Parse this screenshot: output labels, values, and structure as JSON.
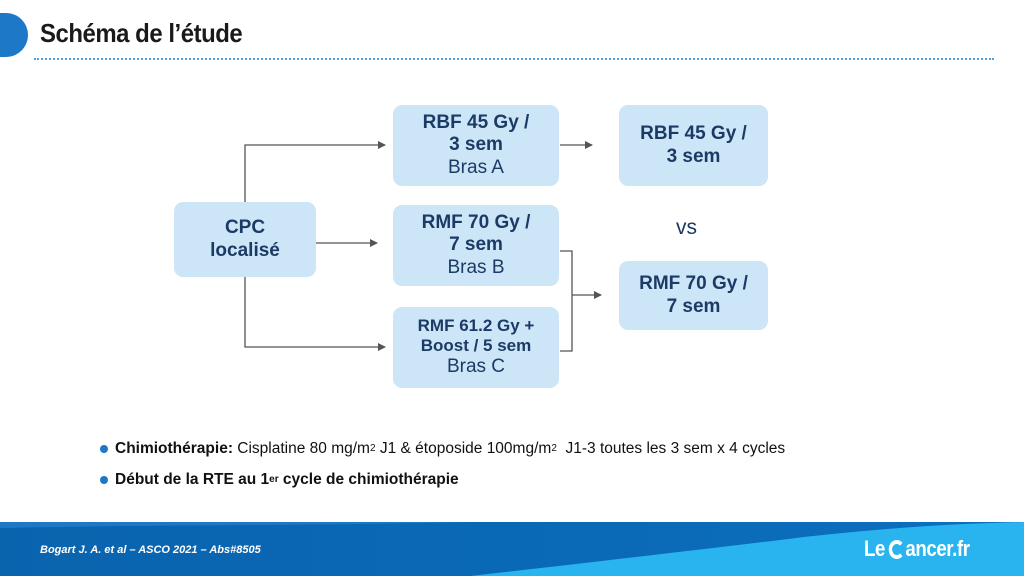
{
  "header": {
    "title": "Schéma de l’étude"
  },
  "diagram": {
    "origin": {
      "line1": "CPC",
      "line2": "localisé"
    },
    "arms": [
      {
        "line1": "RBF 45 Gy /",
        "line2": "3 sem",
        "arm_label": "Bras A"
      },
      {
        "line1": "RMF 70 Gy /",
        "line2": "7 sem",
        "arm_label": "Bras B"
      },
      {
        "line1": "RMF 61.2 Gy +",
        "line2": "Boost / 5 sem",
        "arm_label": "Bras C"
      }
    ],
    "comparisons": [
      {
        "line1": "RBF 45 Gy /",
        "line2": "3 sem"
      },
      {
        "line1": "RMF 70 Gy /",
        "line2": "7 sem"
      }
    ],
    "vs_label": "vs"
  },
  "bullets": [
    {
      "bold": "Chimiothérapie:",
      "text_a": " Cisplatine 80 mg/m",
      "sup_a": "2",
      "text_b": " J1 & étoposide 100mg/m",
      "sup_b": "2",
      "text_c": "  J1-3 toutes les 3 sem x 4 cycles"
    },
    {
      "bold_a": "Début de la RTE au 1",
      "sup": "er",
      "bold_b": " cycle de chimiothérapie"
    }
  ],
  "footer": {
    "citation": "Bogart J. A. et al – ASCO 2021 – Abs#8505",
    "logo_pre": "Le",
    "logo_post": "ancer.fr"
  },
  "colors": {
    "accent": "#1d78c8",
    "box_fill": "#cde6f7",
    "box_text": "#1c3a66",
    "connector": "#555555",
    "footer_dark": "#0a63ad",
    "footer_light": "#29b4ef"
  }
}
